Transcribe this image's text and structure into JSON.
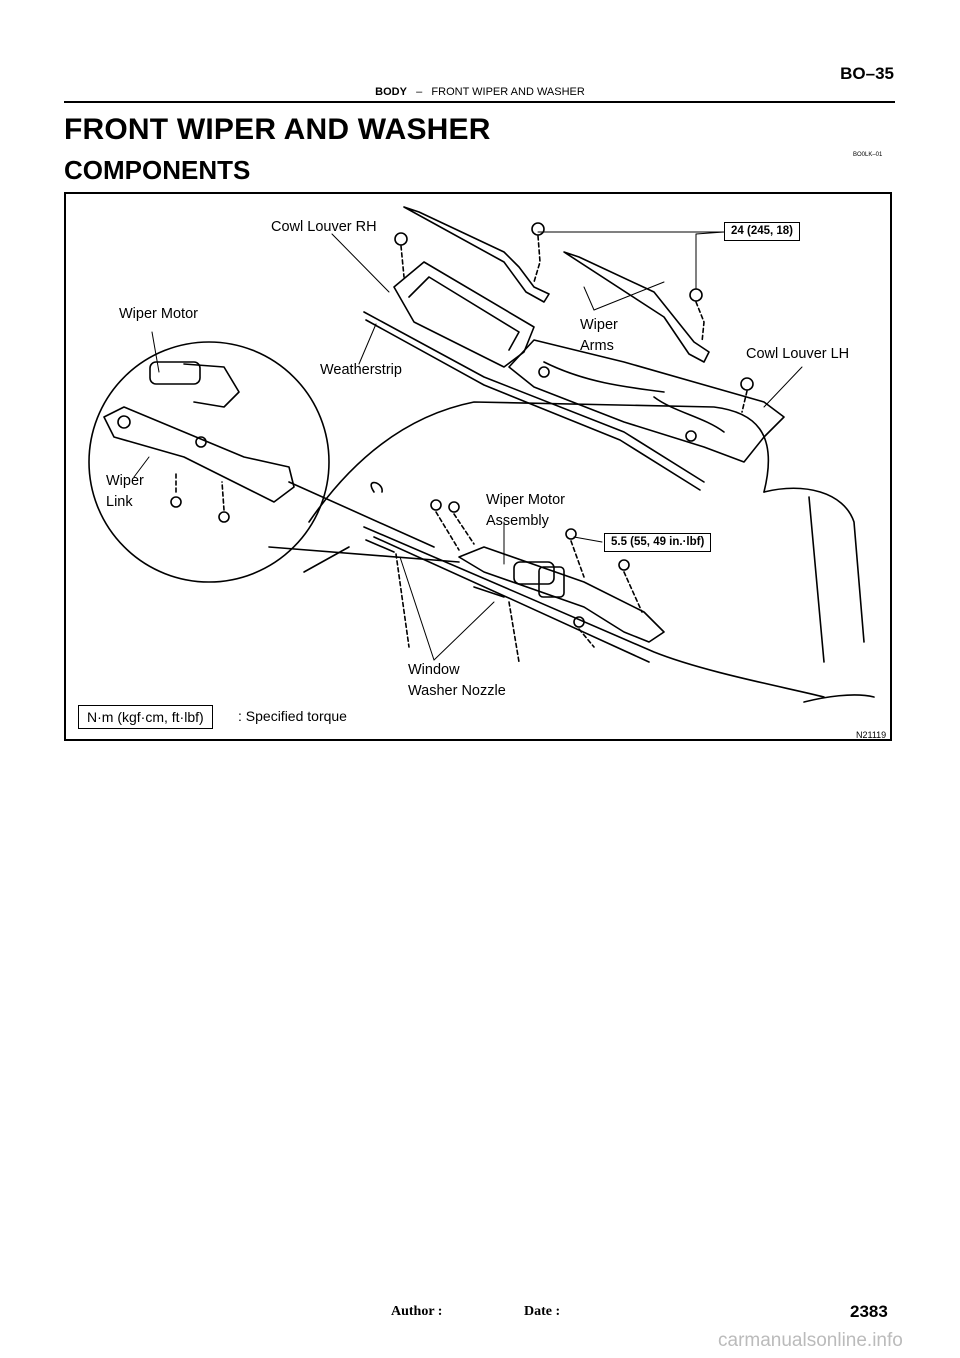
{
  "header": {
    "section": "BODY",
    "separator": "–",
    "subsection": "FRONT WIPER AND WASHER",
    "page_code": "BO–35"
  },
  "title": "FRONT WIPER AND WASHER",
  "subtitle": "COMPONENTS",
  "doc_code": "BO0LK–01",
  "figure": {
    "labels": {
      "cowl_louver_rh": "Cowl Louver RH",
      "wiper_motor": "Wiper Motor",
      "weatherstrip": "Weatherstrip",
      "wiper_arms_1": "Wiper",
      "wiper_arms_2": "Arms",
      "cowl_louver_lh": "Cowl Louver LH",
      "wiper_link_1": "Wiper",
      "wiper_link_2": "Link",
      "wiper_motor_assembly_1": "Wiper Motor",
      "wiper_motor_assembly_2": "Assembly",
      "window_washer_nozzle_1": "Window",
      "window_washer_nozzle_2": "Washer Nozzle"
    },
    "torque_top": "24 (245, 18)",
    "torque_mid": "5.5 (55, 49 in.·lbf)",
    "legend_unit": "N·m (kgf·cm, ft·lbf)",
    "legend_text": ": Specified torque",
    "figure_id": "N21119"
  },
  "footer": {
    "author_label": "Author :",
    "date_label": "Date :",
    "page_number": "2383",
    "watermark": "carmanualsonline.info"
  }
}
